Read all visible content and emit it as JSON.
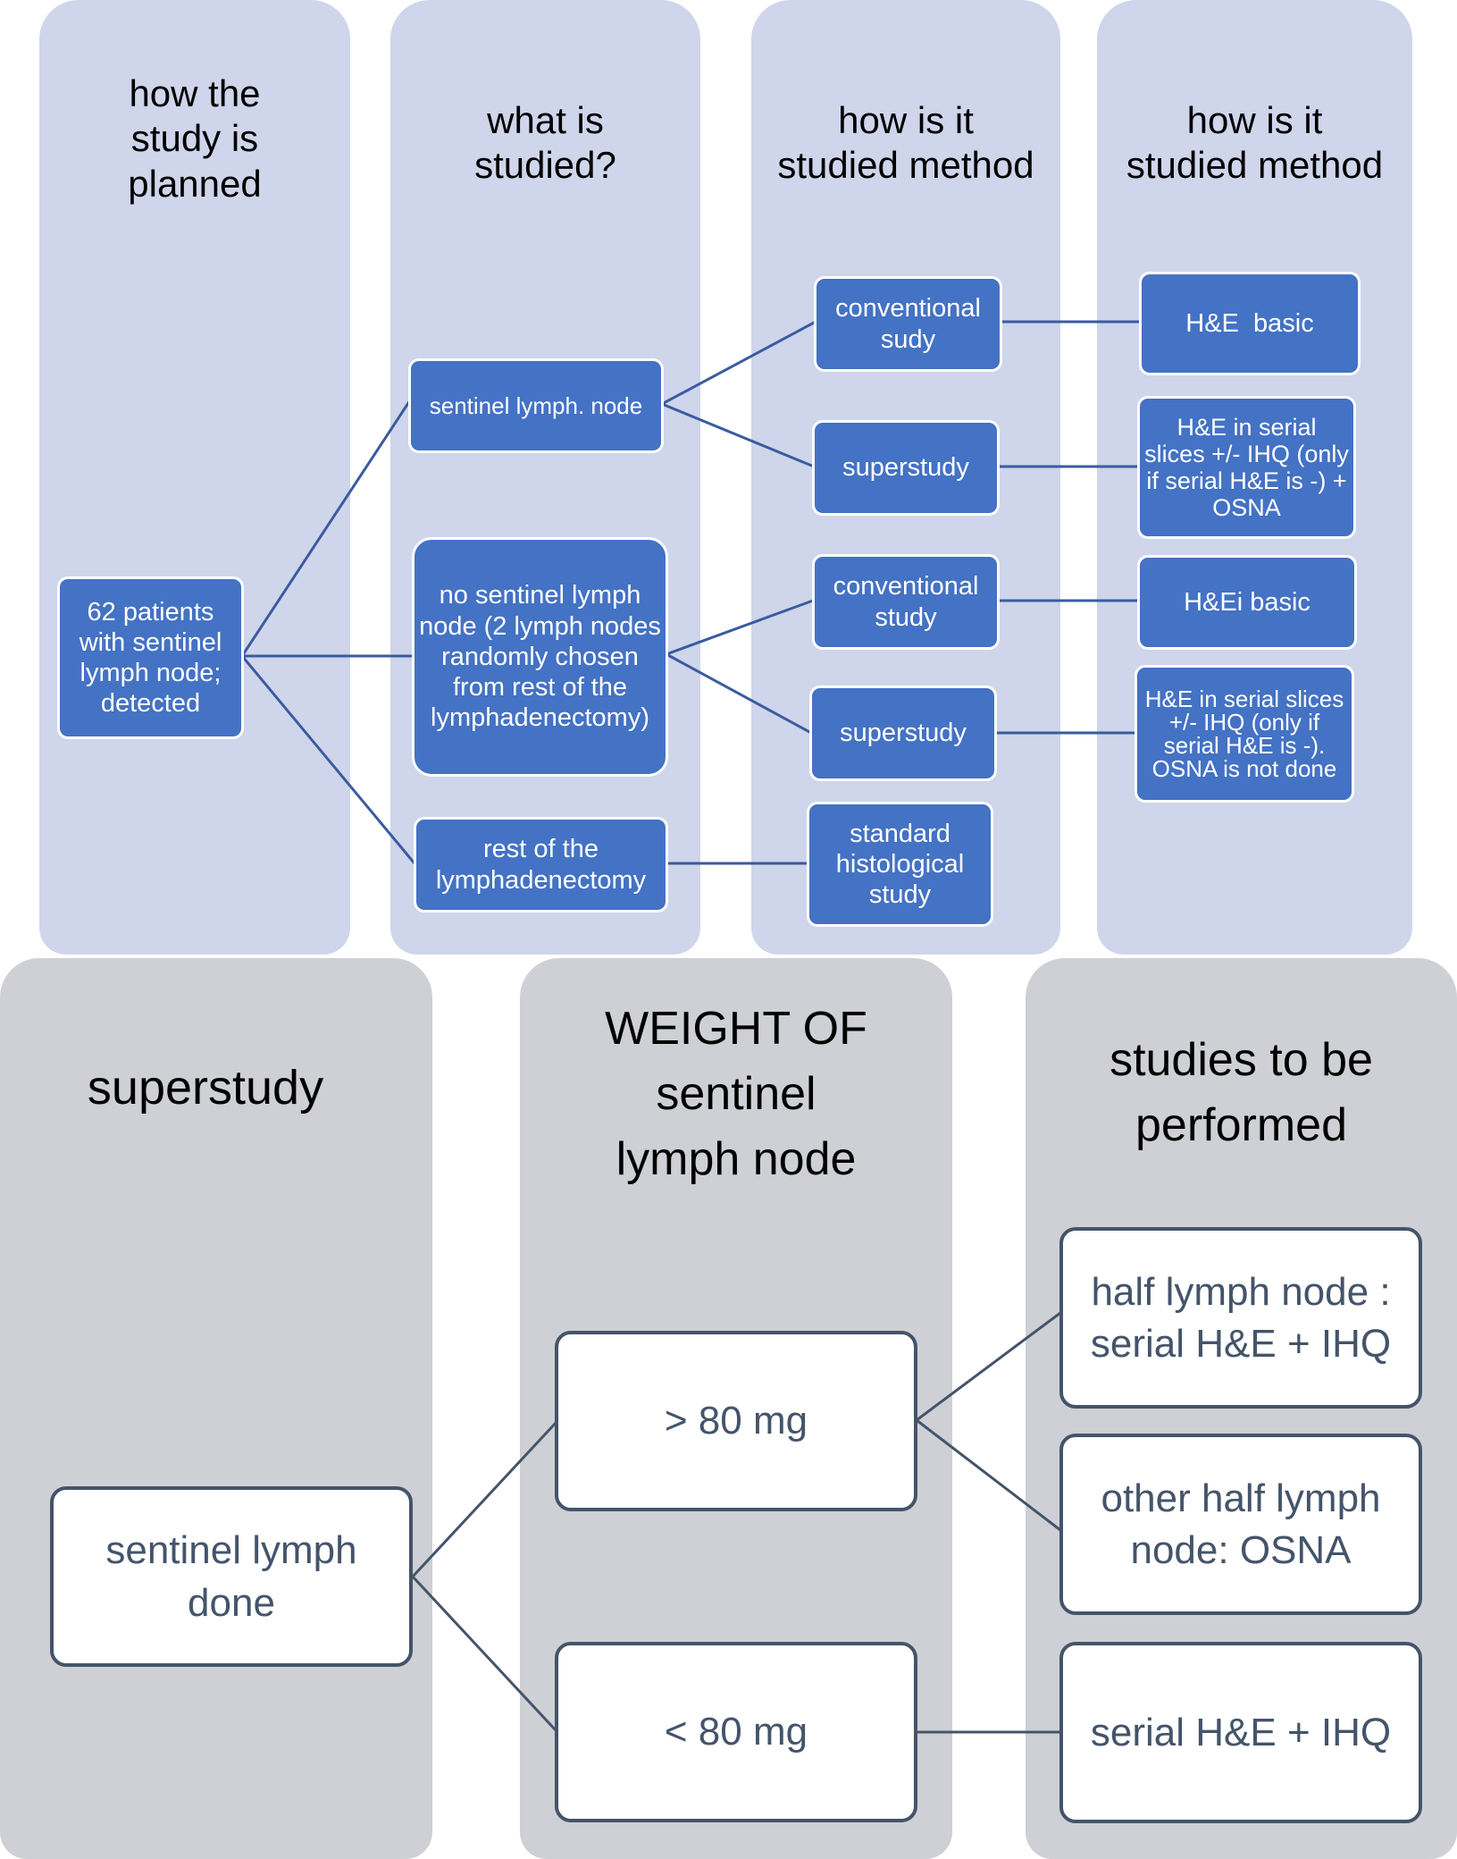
{
  "top_section": {
    "lanes": [
      {
        "title": "how the\nstudy is\nplanned"
      },
      {
        "title": "what is\nstudied?"
      },
      {
        "title": "how is it\nstudied method"
      },
      {
        "title": "how is it\nstudied method"
      }
    ],
    "nodes": {
      "patients": "62 patients with sentinel lymph node; detected",
      "sentinel": "sentinel lymph. node",
      "no_sentinel": "no sentinel lymph node (2 lymph nodes randomly chosen from rest of the lymphadenectomy)",
      "rest": "rest of the lymphadenectomy",
      "conv1": "conventional sudy",
      "super1": "superstudy",
      "conv2": "conventional study",
      "super2": "superstudy",
      "standard": "standard histological study",
      "he_basic": "H&E  basic",
      "he_serial_osna": "H&E in serial slices +/- IHQ (only if serial H&E is -) + OSNA",
      "hei_basic": "H&Ei basic",
      "he_serial_no_osna": "H&E in serial slices +/- IHQ (only if serial H&E is -).  OSNA is not done"
    }
  },
  "bottom_section": {
    "lanes": [
      {
        "title": "superstudy"
      },
      {
        "title": "WEIGHT OF\nsentinel\nlymph node"
      },
      {
        "title": "studies to be\nperformed"
      }
    ],
    "nodes": {
      "done": "sentinel lymph done",
      "gt80": "> 80 mg",
      "lt80": "< 80 mg",
      "half": "half lymph node : serial H&E + IHQ",
      "other_half": "other half lymph node: OSNA",
      "serial": "serial H&E + IHQ"
    }
  },
  "colors": {
    "top_lane": "#cfd5ea",
    "bottom_lane": "#cfd0d5",
    "node_blue": "#4472c4",
    "connector_blue": "#3a5ba0",
    "node_border_dark": "#44546a"
  }
}
